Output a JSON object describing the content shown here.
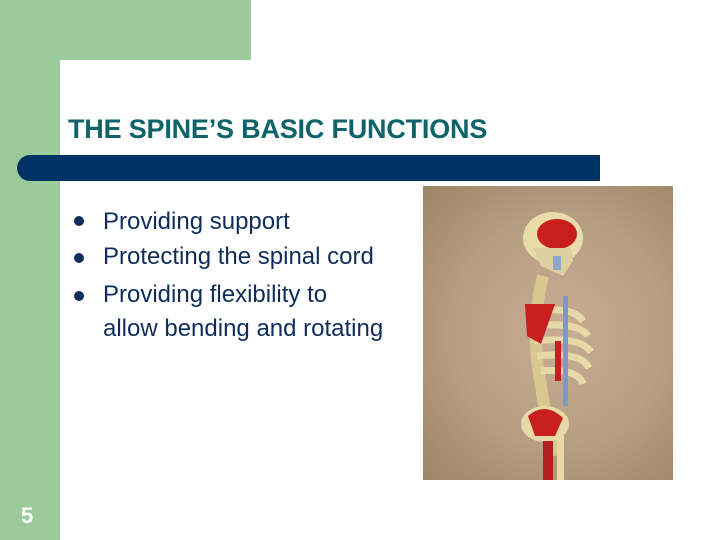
{
  "slide": {
    "title": "THE SPINE’S BASIC FUNCTIONS",
    "bullets": [
      {
        "label": "Providing support"
      },
      {
        "label": "Protecting the spinal cord"
      },
      {
        "label": "Providing flexibility to allow bending and rotating"
      }
    ],
    "slide_number": "5",
    "image": {
      "description": "skeleton-side-view-photo"
    }
  },
  "colors": {
    "accent_green": "#9ccb9b",
    "title_teal": "#0e6468",
    "bar_navy": "#003264",
    "text_navy": "#0f2d5a"
  }
}
